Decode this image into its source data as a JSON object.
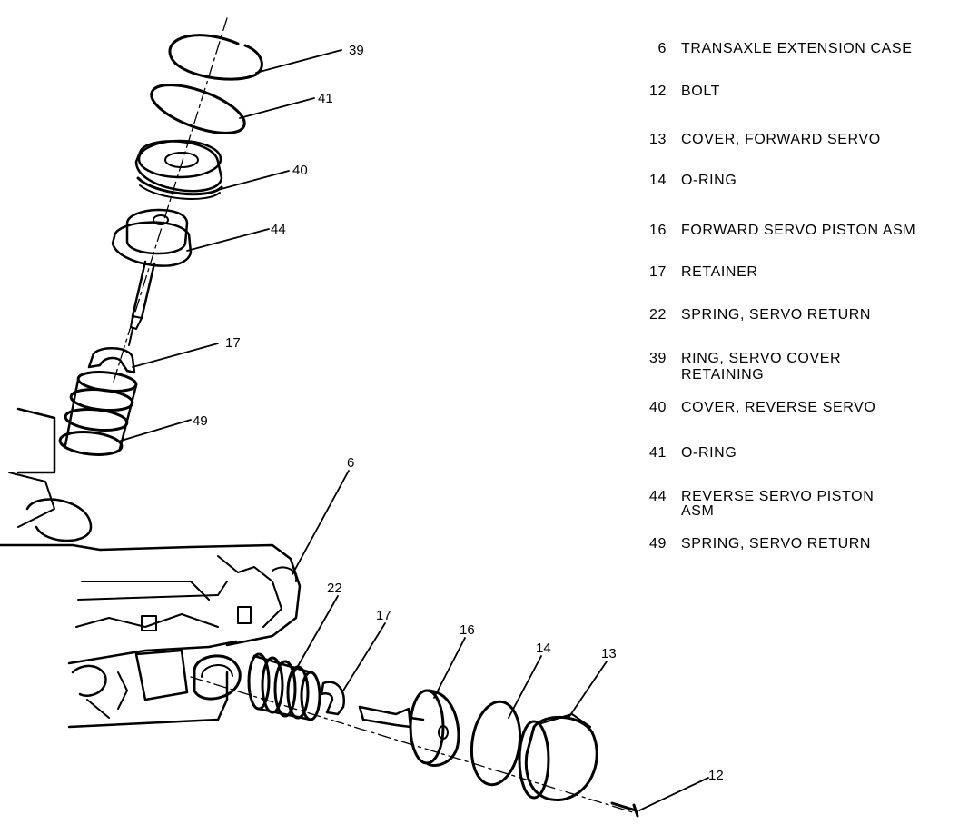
{
  "legend": [
    {
      "num": "6",
      "desc": "TRANSAXLE EXTENSION CASE"
    },
    {
      "num": "12",
      "desc": "BOLT"
    },
    {
      "num": "13",
      "desc": "COVER, FORWARD SERVO"
    },
    {
      "num": "14",
      "desc": "O-RING"
    },
    {
      "num": "16",
      "desc": "FORWARD SERVO PISTON ASM"
    },
    {
      "num": "17",
      "desc": "RETAINER"
    },
    {
      "num": "22",
      "desc": "SPRING, SERVO RETURN"
    },
    {
      "num": "39",
      "desc": "RING, SERVO COVER",
      "desc2": "RETAINING"
    },
    {
      "num": "40",
      "desc": "COVER, REVERSE SERVO"
    },
    {
      "num": "41",
      "desc": "O-RING"
    },
    {
      "num": "44",
      "desc": "REVERSE SERVO PISTON",
      "desc2": "ASM"
    },
    {
      "num": "49",
      "desc": "SPRING, SERVO RETURN"
    }
  ],
  "callouts": {
    "c39": "39",
    "c41": "41",
    "c40": "40",
    "c44": "44",
    "c17a": "17",
    "c49": "49",
    "c6": "6",
    "c22": "22",
    "c17b": "17",
    "c16": "16",
    "c14": "14",
    "c13": "13",
    "c12": "12"
  }
}
